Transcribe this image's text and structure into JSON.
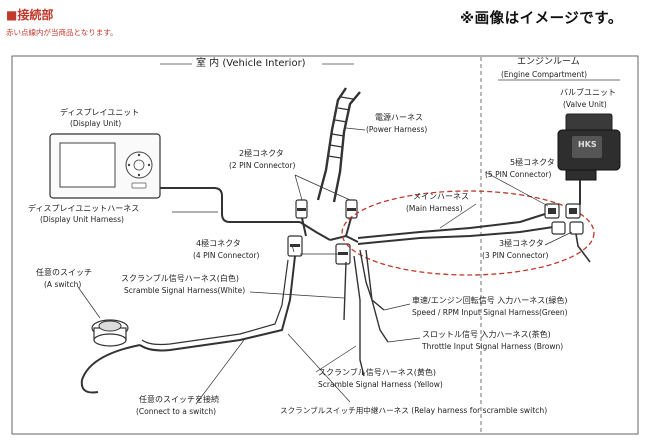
{
  "header": {
    "title": "■接続部",
    "subtitle": "赤い点線内が当商品となります。",
    "image_note": "※画像はイメージです。"
  },
  "sections": {
    "interior": "室 内 (Vehicle Interior)",
    "engine": "エンジンルーム",
    "engine_en": "(Engine Compartment)"
  },
  "labels": {
    "display_unit": "ディスプレイユニット",
    "display_unit_en": "(Display Unit)",
    "display_harness": "ディスプレイユニットハーネス",
    "display_harness_en": "(Display Unit Harness)",
    "power_harness": "電源ハーネス",
    "power_harness_en": "(Power Harness)",
    "pin2": "2極コネクタ",
    "pin2_en": "(2 PIN Connector)",
    "main_harness": "メインハーネス",
    "main_harness_en": "(Main Harness)",
    "pin5": "5極コネクタ",
    "pin5_en": "(5 PIN Connector)",
    "valve_unit": "バルブユニット",
    "valve_unit_en": "(Valve Unit)",
    "pin3": "3極コネクタ",
    "pin3_en": "(3 PIN Connector)",
    "pin4": "4極コネクタ",
    "pin4_en": "(4 PIN Connector)",
    "switch": "任意のスイッチ",
    "switch_en": "(A switch)",
    "scramble_white": "スクランブル信号ハーネス(白色)",
    "scramble_white_en": "Scramble Signal Harness(White)",
    "speed_signal": "車速/エンジン回転信号 入力ハーネス(緑色)",
    "speed_signal_en": "Speed / RPM Input Signal Harness(Green)",
    "throttle_signal": "スロットル信号 入力ハーネス(茶色)",
    "throttle_signal_en": "Throttle Input Signal Harness (Brown)",
    "scramble_yellow": "スクランブル信号ハーネス(黄色)",
    "scramble_yellow_en": "Scramble Signal Harness (Yellow)",
    "connect_switch": "任意のスイッチを接続",
    "connect_switch_en": "(Connect to a switch)",
    "relay_harness": "スクランブルスイッチ用中継ハーネス (Relay harness for scramble switch)",
    "valve_logo": "HKS"
  },
  "colors": {
    "accent_red": "#c0392b",
    "wire": "#333333",
    "dash_ellipse": "#c0392b"
  }
}
